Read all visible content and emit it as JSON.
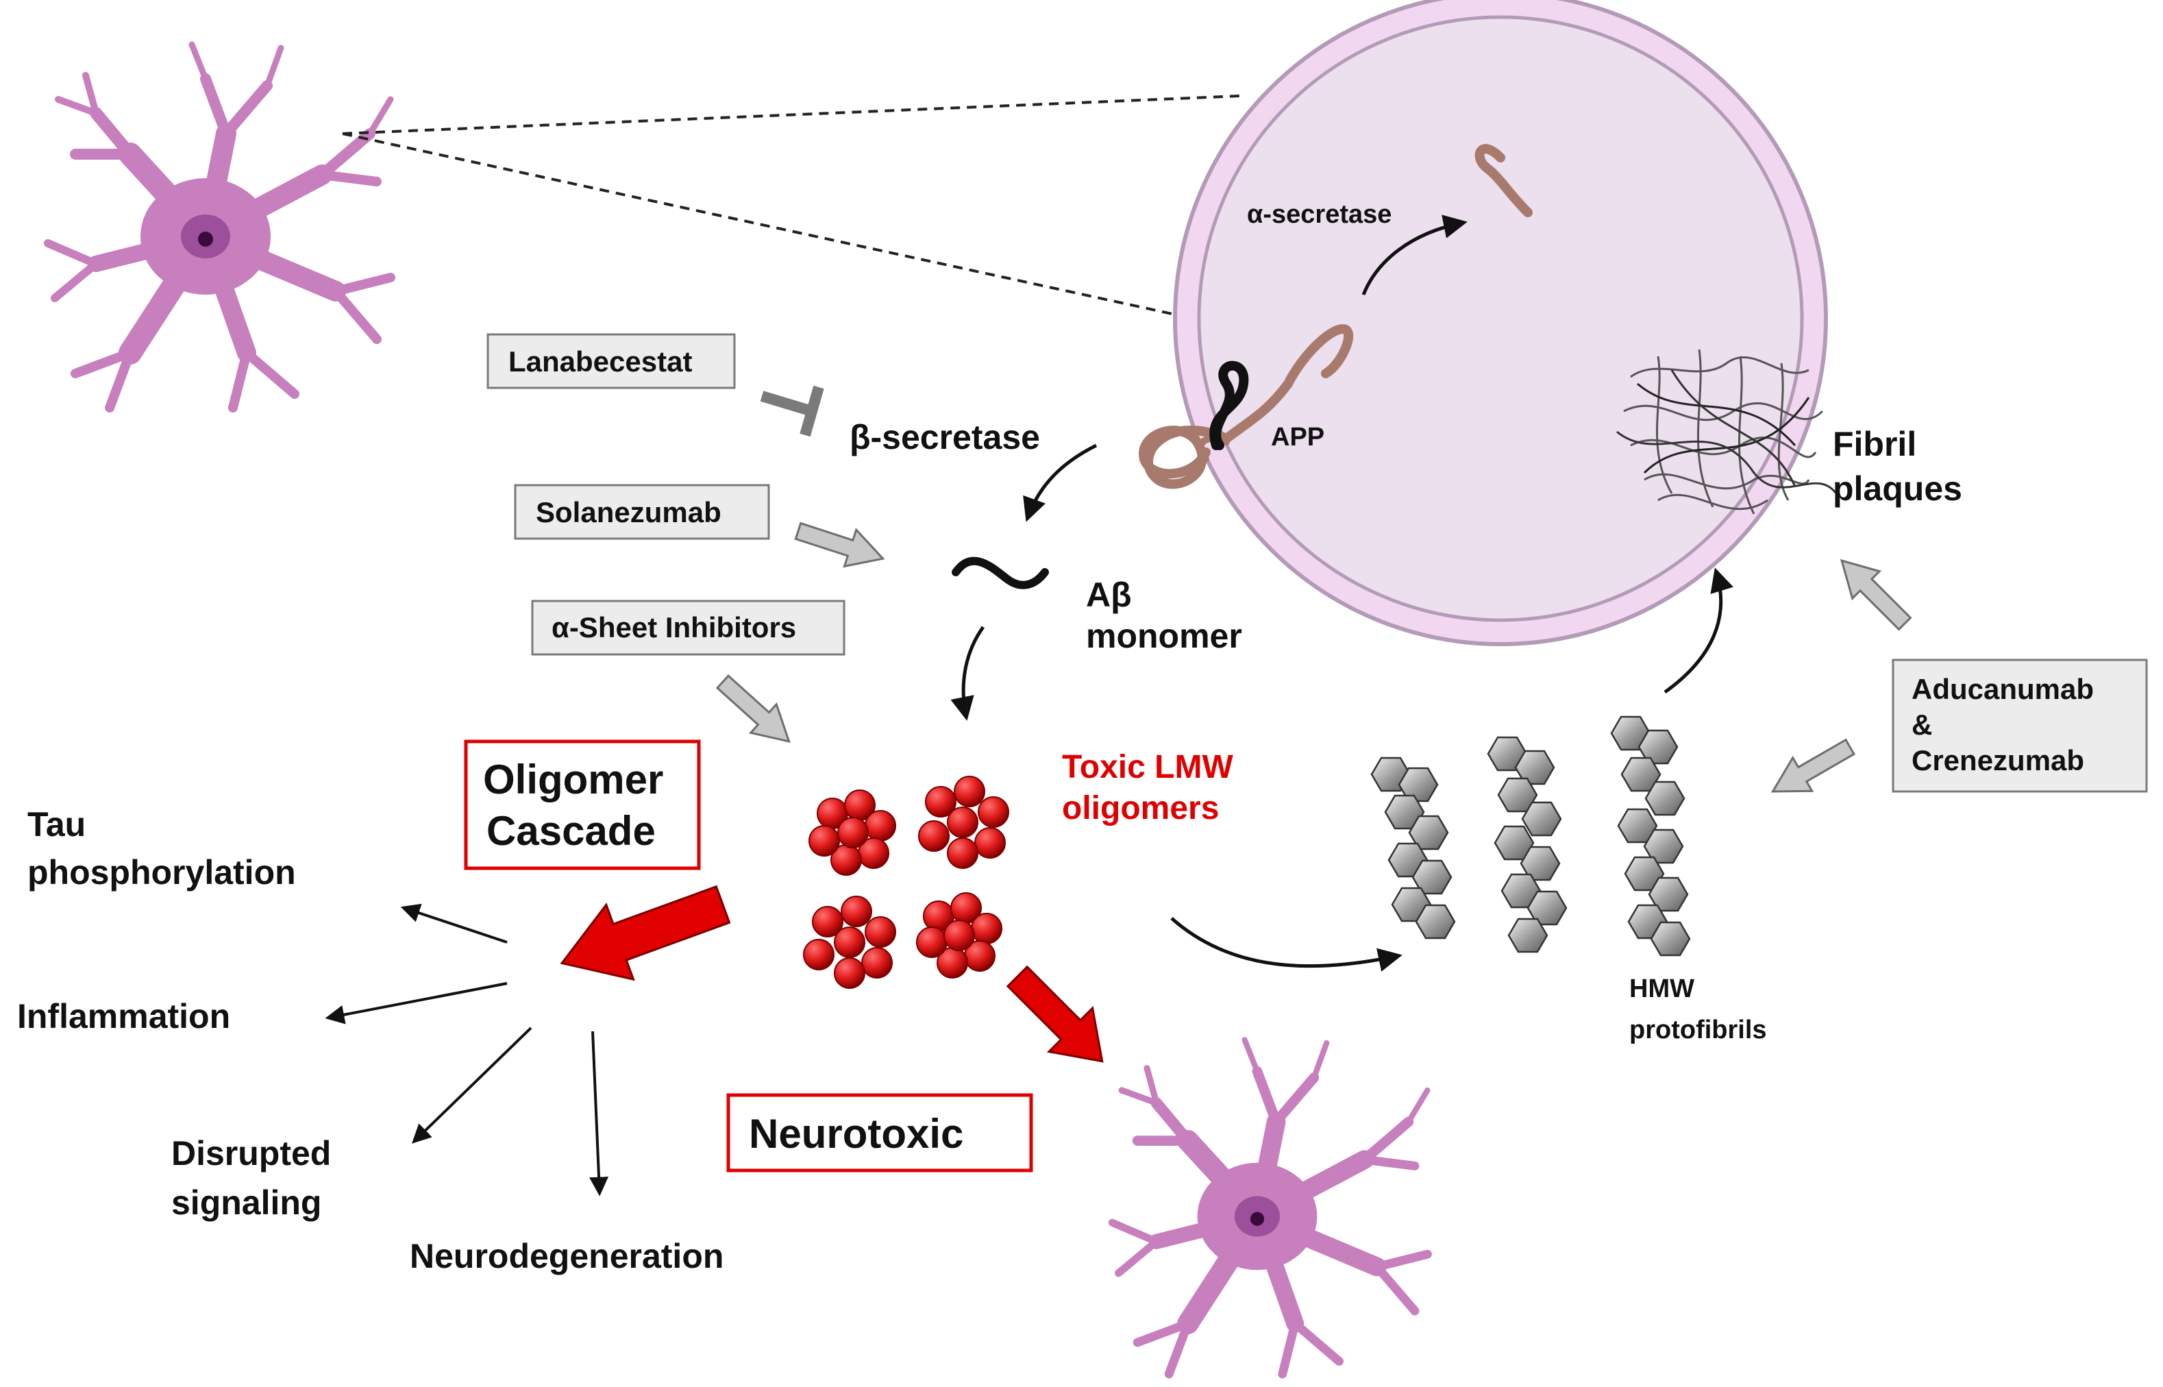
{
  "drugs": {
    "lanabecestat": "Lanabecestat",
    "solanezumab": "Solanezumab",
    "sheet_inhibitors": "α-Sheet Inhibitors",
    "aducanumab_1": "Aducanumab",
    "aducanumab_2": "&",
    "aducanumab_3": "Crenezumab"
  },
  "enzymes": {
    "alpha_secretase": "α-secretase",
    "beta_secretase": "β-secretase",
    "app": "APP"
  },
  "species": {
    "abeta_1": "Aβ",
    "abeta_2": "monomer",
    "toxic_1": "Toxic LMW",
    "toxic_2": "oligomers",
    "hmw_1": "HMW",
    "hmw_2": "protofibrils",
    "fibril_1": "Fibril",
    "fibril_2": "plaques"
  },
  "boxes": {
    "oligomer_1": "Oligomer",
    "oligomer_2": "Cascade",
    "neurotoxic": "Neurotoxic"
  },
  "effects": {
    "tau_1": "Tau",
    "tau_2": "phosphorylation",
    "inflammation": "Inflammation",
    "disrupted_1": "Disrupted",
    "disrupted_2": "signaling",
    "neurodegeneration": "Neurodegeneration"
  },
  "colors": {
    "neuron": "#c77fbd",
    "nucleus": "#8a3f8a",
    "cell_fill": "#ecdfee",
    "cell_ring": "#f2d7f0",
    "cell_edge": "#b39bb8",
    "app_brown": "#a87a6e",
    "oligomer_red": "#e11b1b",
    "alert_red": "#e10000",
    "box_fill": "#ececec",
    "grey_arrow": "#c8c8c8"
  }
}
